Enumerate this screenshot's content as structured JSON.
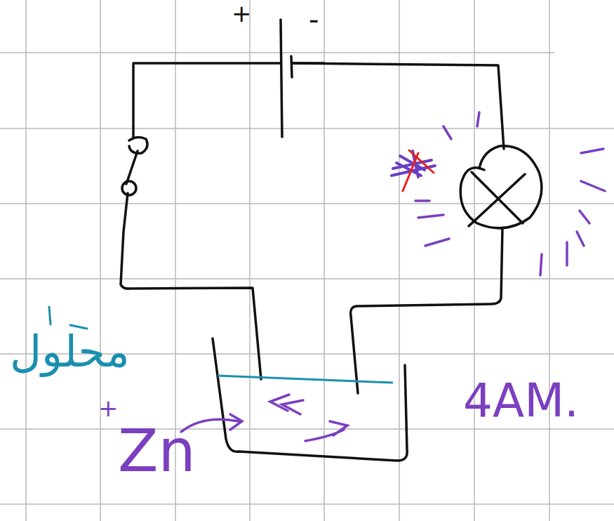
{
  "diagram": {
    "labels": [
      "+",
      "-",
      "محلول",
      "+",
      "Zn",
      "4AM."
    ]
  }
}
